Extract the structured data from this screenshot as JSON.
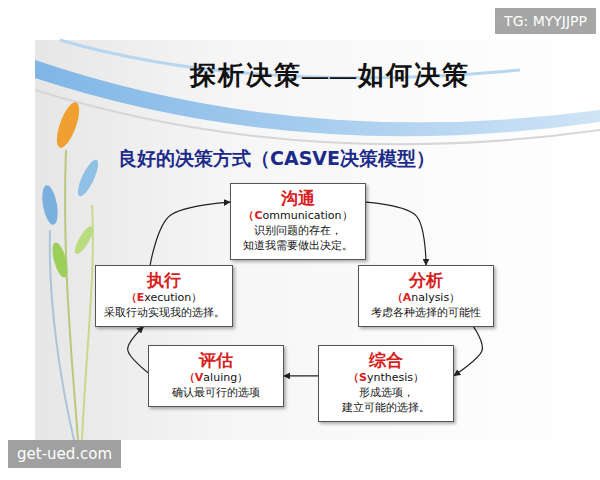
{
  "diagram": {
    "title": "探析决策——如何决策",
    "nodes": [
      {
        "text": [
          "沟通",
          "（Communication）",
          "识别问题的存在， 知道我需要做出决定。"
        ]
      },
      {
        "text": [
          "执行",
          "（Execution）",
          "采取行动实现我的选择。"
        ]
      },
      {
        "text": [
          "分析",
          "（Analysis）",
          "考虑各种选择的可能性"
        ]
      },
      {
        "text": [
          "评估",
          "（Valuing）",
          "确认最可行的选项"
        ]
      },
      {
        "text": [
          "综合",
          "（Synthesis）",
          "形成选项， 建立可能的选择。"
        ]
      }
    ],
    "edges": [
      {
        "from": 0,
        "to": 2,
        "arrow": "to"
      },
      {
        "from": 2,
        "to": 4,
        "arrow": "to"
      },
      {
        "from": 4,
        "to": 3,
        "arrow": "to"
      },
      {
        "from": 3,
        "to": 1,
        "arrow": "to"
      },
      {
        "from": 1,
        "to": 0,
        "arrow": "to"
      }
    ],
    "labels": [
      "良好的决策方式（CASVE决策模型）",
      "TG: MYYJJPP",
      "get-ued.com"
    ]
  }
}
